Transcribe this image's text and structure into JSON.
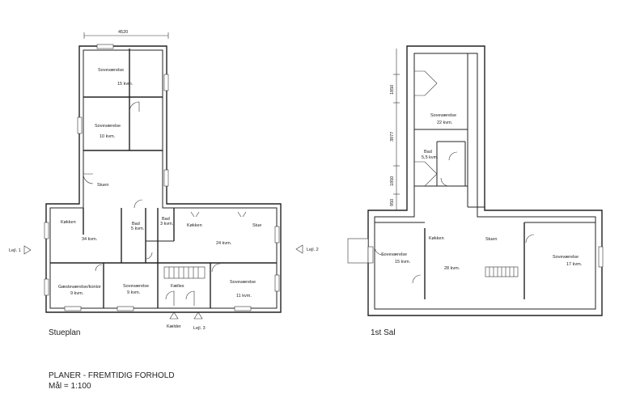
{
  "ground_floor": {
    "title": "Stueplan",
    "dimension_top": "4520",
    "rooms": {
      "sov1_name": "Soveværelse",
      "sov1_area": "15 kvm.",
      "sov2_name": "Soveværelse",
      "sov2_area": "10  kvm.",
      "stuen_name": "Stuen",
      "kokken_name": "Køkken",
      "kokken_area": "34 kvm.",
      "bad1_name": "Bad",
      "bad1_area": "5 kvm.",
      "bad2_name": "Bad",
      "bad2_area": "3 kvm.",
      "kokken2_name": "Køkken",
      "kokken2_area": "24 kvm.",
      "stue_name": "Stue",
      "gaest_name": "Gæsteværelse/kontor",
      "gaest_area": "9 kvm.",
      "sov3_name": "Soveværelse",
      "sov3_area": "9 kvm.",
      "faelles_name": "Fælles",
      "sov4_name": "Soveværelse",
      "sov4_area": "11 kvm."
    },
    "markers": {
      "lejl1": "Lejl. 1",
      "lejl2": "Lejl. 2",
      "lejl3": "Lejl. 3",
      "kaelder": "Kælder"
    }
  },
  "first_floor": {
    "title": "1st Sal",
    "dimensions": {
      "d1": "1850",
      "d2": "3977",
      "d3": "1850",
      "d4": "950"
    },
    "rooms": {
      "sov1_name": "Soveværelse",
      "sov1_area": "22 kvm.",
      "bad_name": "Bad",
      "bad_area": "5,5 kvm.",
      "sov2_name": "Soveværelse",
      "sov2_area": "15 kvm.",
      "kokken_name": "Køkken",
      "stuen_name": "Stuen",
      "center_area": "28 kvm.",
      "sov3_name": "Soveværelse",
      "sov3_area": "17 kvm."
    }
  },
  "footer": {
    "line1": "PLANER - FREMTIDIG FORHOLD",
    "line2": "Mål = 1:100"
  }
}
